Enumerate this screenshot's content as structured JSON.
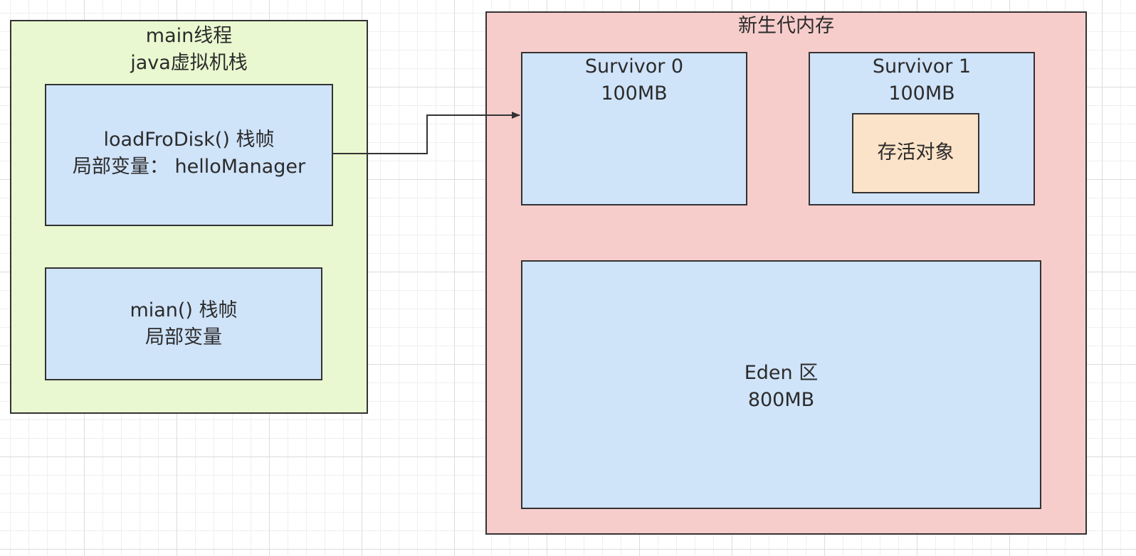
{
  "main_thread": {
    "line1": "main线程",
    "line2": "java虚拟机栈"
  },
  "load_frame": {
    "line1": "loadFroDisk() 栈帧",
    "line2": "局部变量： helloManager"
  },
  "mian_frame": {
    "line1": "mian() 栈帧",
    "line2": "局部变量"
  },
  "young_gen": {
    "title": "新生代内存"
  },
  "survivor0": {
    "line1": "Survivor 0",
    "line2": "100MB"
  },
  "survivor1": {
    "line1": "Survivor 1",
    "line2": "100MB"
  },
  "live_object": {
    "label": "存活对象"
  },
  "eden": {
    "line1": "Eden 区",
    "line2": "800MB"
  },
  "colors": {
    "thread_fill": "#e9f8d0",
    "frame_fill": "#cfe3f9",
    "heap_fill": "#f7cdcc",
    "object_fill": "#fbe3c9",
    "border": "#333333"
  }
}
